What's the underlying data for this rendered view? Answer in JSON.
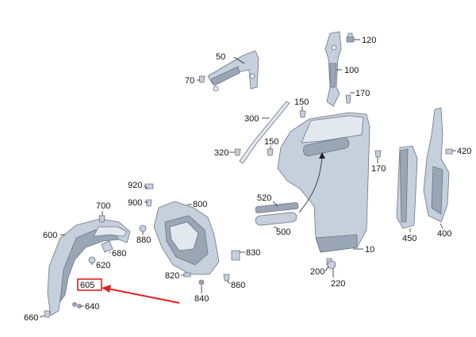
{
  "diagram": {
    "callouts": [
      "120",
      "50",
      "100",
      "70",
      "170",
      "150",
      "300",
      "150",
      "320",
      "170",
      "420",
      "920",
      "700",
      "800",
      "900",
      "520",
      "880",
      "500",
      "450",
      "400",
      "600",
      "680",
      "830",
      "620",
      "10",
      "820",
      "200",
      "860",
      "605",
      "220",
      "640",
      "840",
      "660"
    ],
    "highlight_color": "#e02020"
  }
}
